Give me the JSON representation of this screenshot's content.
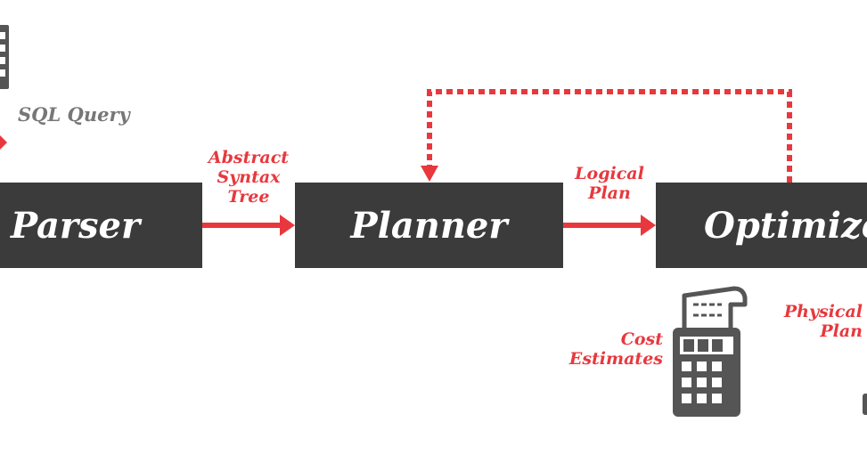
{
  "nodes": {
    "parser": "Parser",
    "planner": "Planner",
    "optimizer": "Optimizer"
  },
  "labels": {
    "sql_query": "SQL Query",
    "ast_line1": "Abstract",
    "ast_line2": "Syntax",
    "ast_line3": "Tree",
    "logical_line1": "Logical",
    "logical_line2": "Plan",
    "cost_line1": "Cost",
    "cost_line2": "Estimates",
    "physical_line1": "Physical",
    "physical_line2": "Plan"
  },
  "icons": {
    "top_left": "document-icon",
    "calculator": "calculator-icon"
  },
  "colors": {
    "box": "#3b3b3b",
    "accent": "#e8383d",
    "muted": "#777777",
    "icon": "#555555"
  }
}
